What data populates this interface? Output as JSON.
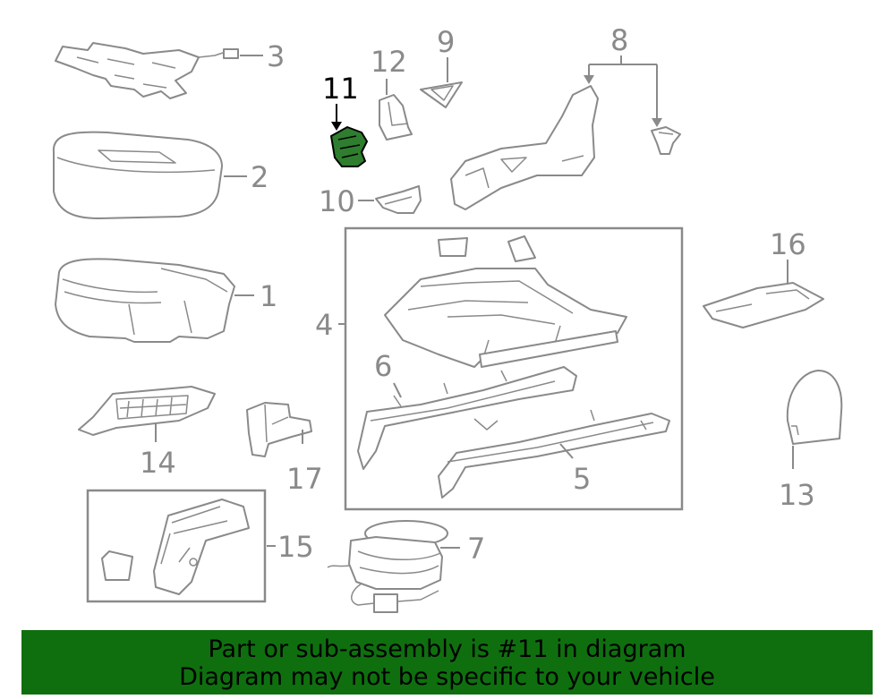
{
  "diagram": {
    "highlighted_part": "11",
    "highlight_color": "#2f7d2f",
    "line_color": "#8a8a8a",
    "callouts": {
      "p1": "1",
      "p2": "2",
      "p3": "3",
      "p4": "4",
      "p5": "5",
      "p6": "6",
      "p7": "7",
      "p8": "8",
      "p9": "9",
      "p10": "10",
      "p11": "11",
      "p12": "12",
      "p13": "13",
      "p14": "14",
      "p15": "15",
      "p16": "16",
      "p17": "17"
    }
  },
  "banner": {
    "line1": "Part or sub-assembly is #11 in diagram",
    "line2": "Diagram may not be specific to your vehicle",
    "background": "#0f6f0f"
  }
}
